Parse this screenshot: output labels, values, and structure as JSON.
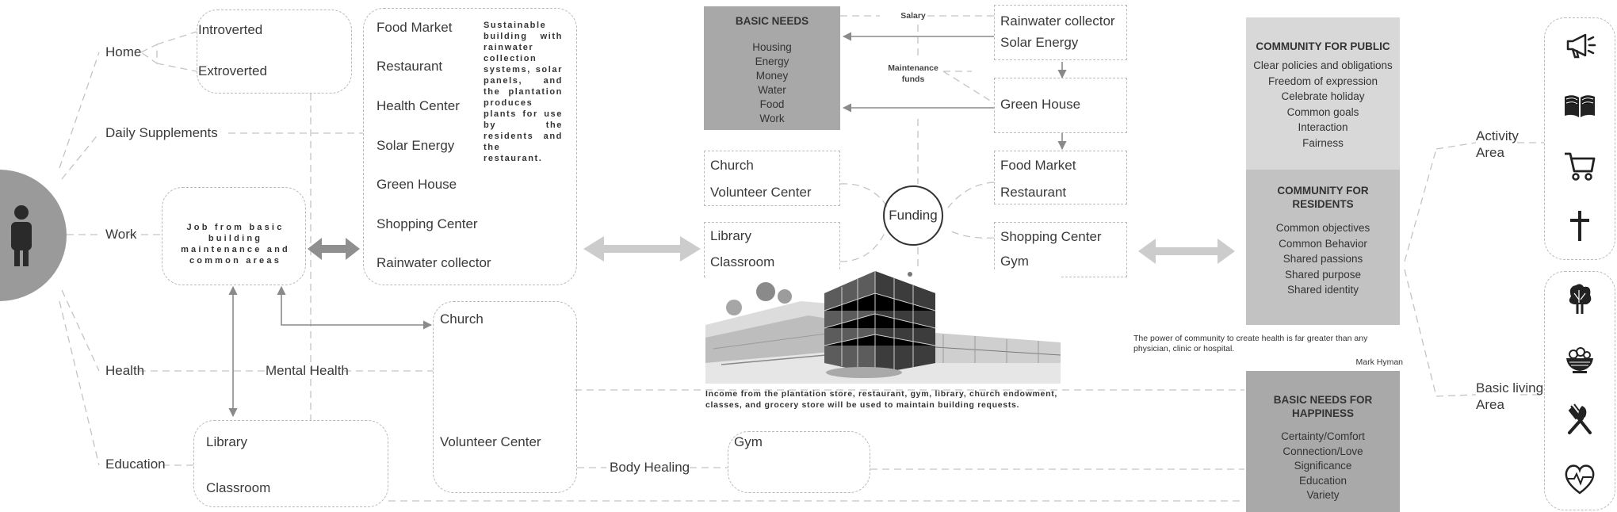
{
  "person": {
    "center_label": ""
  },
  "left_branches": {
    "home": "Home",
    "daily": "Daily Supplements",
    "work": "Work",
    "health": "Health",
    "education": "Education"
  },
  "home_box": {
    "introverted": "Introverted",
    "extroverted": "Extroverted"
  },
  "work_box": {
    "text": "Job from basic building maintenance and common areas"
  },
  "services_box": {
    "items": [
      "Food Market",
      "Restaurant",
      "Health Center",
      "Solar Energy",
      "Green House",
      "Shopping Center",
      "Rainwater collector"
    ],
    "description": "Sustainable building with rainwater collection systems, solar panels, and the plantation produces plants for use by the residents and the restaurant."
  },
  "mental_health": "Mental Health",
  "church_box": {
    "church": "Church",
    "volunteer": "Volunteer Center"
  },
  "education_box": {
    "library": "Library",
    "classroom": "Classroom"
  },
  "body_healing": "Body Healing",
  "gym_box": {
    "gym": "Gym"
  },
  "basic_needs_box": {
    "title": "BASIC NEEDS",
    "items": [
      "Housing",
      "Energy",
      "Money",
      "Water",
      "Food",
      "Work"
    ]
  },
  "flow_labels": {
    "salary": "Salary",
    "maintenance_line1": "Maintenance",
    "maintenance_line2": "funds"
  },
  "top_right_boxes": {
    "rainwater": "Rainwater collector",
    "solar": "Solar Energy",
    "greenhouse": "Green House",
    "food_market": "Food Market",
    "restaurant": "Restaurant",
    "shopping": "Shopping Center",
    "gym": "Gym"
  },
  "left_mid_boxes": {
    "church": "Church",
    "volunteer": "Volunteer Center",
    "library": "Library",
    "classroom": "Classroom"
  },
  "funding": "Funding",
  "income_caption": "Income from the plantation store, restaurant, gym, library, church endowment, classes, and grocery store will be used to maintain building requests.",
  "community_public": {
    "title": "COMMUNITY FOR PUBLIC",
    "items": [
      "Clear policies and obligations",
      "Freedom of expression",
      "Celebrate holiday",
      "Common goals",
      "Interaction",
      "Fairness"
    ]
  },
  "community_residents": {
    "title_line1": "COMMUNITY FOR",
    "title_line2": "RESIDENTS",
    "items": [
      "Common objectives",
      "Common Behavior",
      "Shared passions",
      "Shared purpose",
      "Shared identity"
    ]
  },
  "quote": {
    "text": "The power of community to create health is far greater than any physician, clinic or hospital.",
    "author": "Mark Hyman"
  },
  "basic_happiness": {
    "title_line1": "BASIC NEEDS FOR",
    "title_line2": "HAPPINESS",
    "items": [
      "Certainty/Comfort",
      "Connection/Love",
      "Significance",
      "Education",
      "Variety"
    ]
  },
  "right_labels": {
    "activity_line1": "Activity",
    "activity_line2": "Area",
    "basic_line1": "Basic living",
    "basic_line2": "Area"
  },
  "icons": {
    "activity": [
      "megaphone-icon",
      "book-icon",
      "cart-icon",
      "cross-icon"
    ],
    "basic": [
      "vegetable-icon",
      "food-bowl-icon",
      "utensils-icon",
      "heart-pulse-icon"
    ]
  },
  "colors": {
    "person_circle": "#9a9a9a",
    "basic_needs_bg": "#a8a8a8",
    "community_public_bg": "#d8d8d8",
    "community_residents_bg": "#c2c2c2",
    "happiness_bg": "#a9a9a9",
    "arrow": "#8a8a8a",
    "double_arrow_light": "#c8c8c8"
  }
}
